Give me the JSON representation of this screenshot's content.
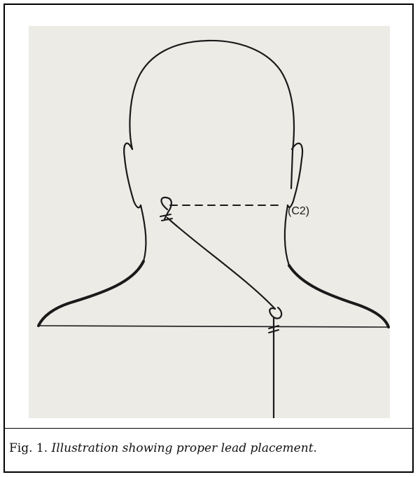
{
  "figure": {
    "vertebra_label": "(C2)",
    "caption_prefix": "Fig. 1. ",
    "caption_text": "Illustration showing proper lead placement",
    "caption_suffix": ".",
    "colors": {
      "paper": "#ecebe6",
      "ink": "#1a1a1a",
      "frame": "#000000"
    },
    "icons": [
      "head-outline-icon",
      "left-ear-icon",
      "right-ear-icon",
      "shoulders-icon",
      "electrode-loop-icon",
      "lead-wire-icon"
    ]
  }
}
